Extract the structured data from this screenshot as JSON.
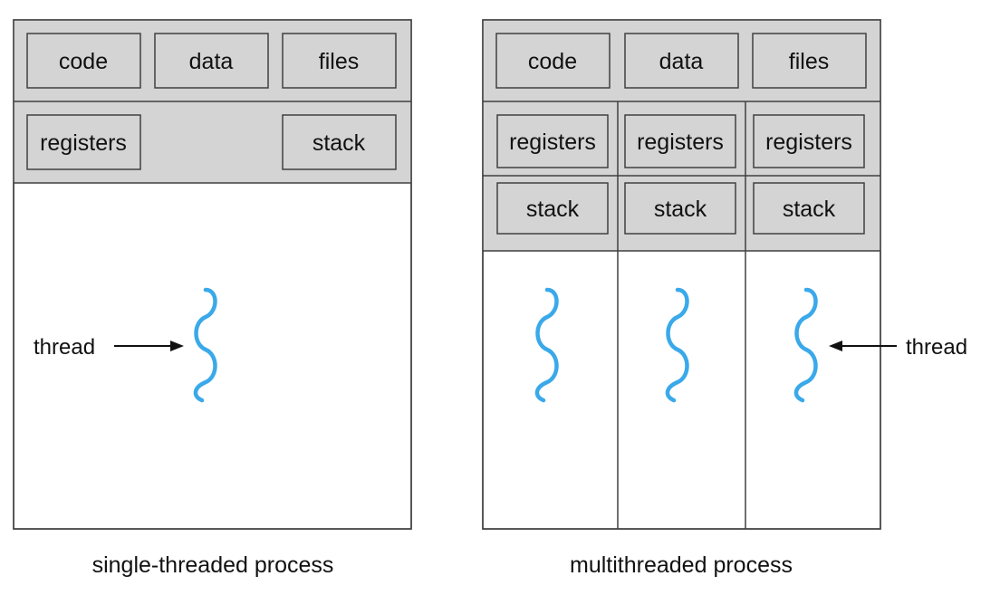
{
  "single": {
    "box_labels": [
      "code",
      "data",
      "files",
      "registers",
      "stack"
    ],
    "thread_label": "thread",
    "caption": "single-threaded process"
  },
  "multi": {
    "box_labels": [
      "code",
      "data",
      "files"
    ],
    "register_label": "registers",
    "stack_label": "stack",
    "thread_label": "thread",
    "caption": "multithreaded process"
  },
  "colors": {
    "panel": "#d4d4d4",
    "thread": "#3aa9ea",
    "outline": "#404040"
  }
}
